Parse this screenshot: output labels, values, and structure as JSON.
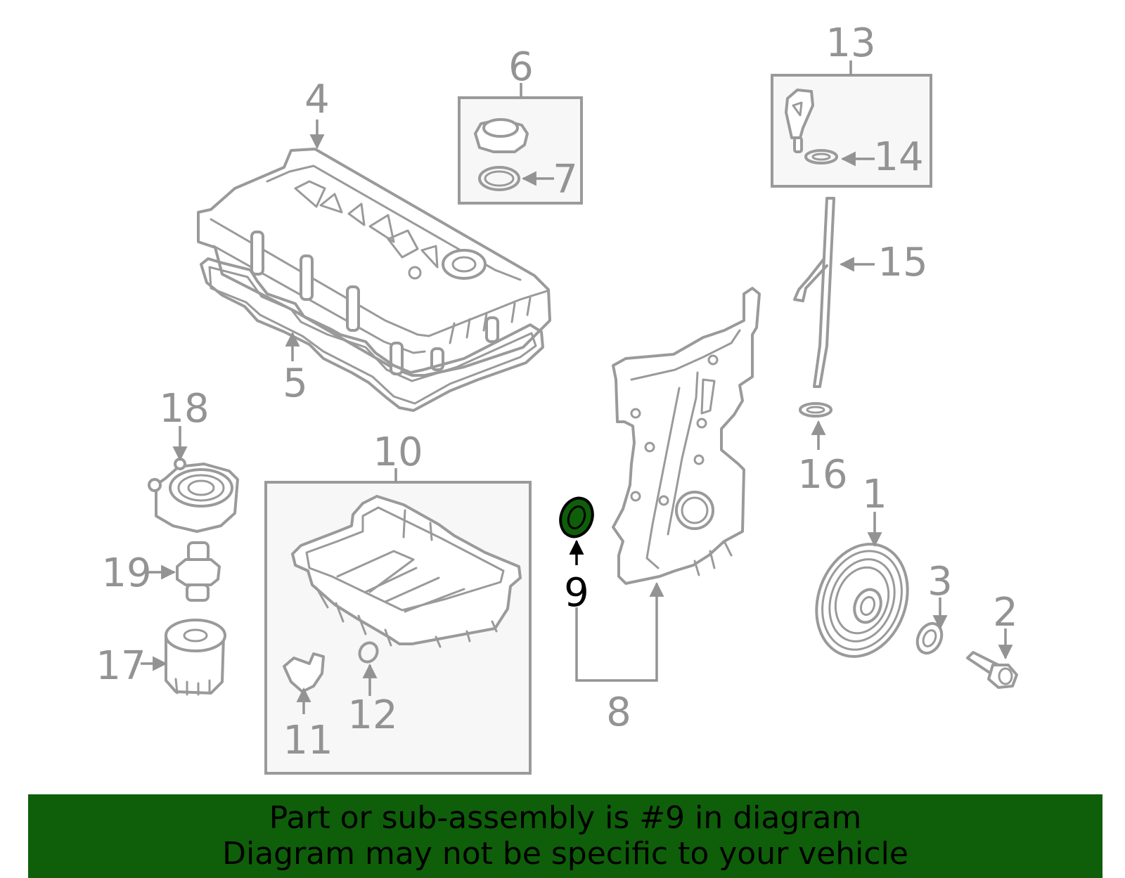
{
  "diagram": {
    "colors": {
      "part_line": "#9a9a9a",
      "callout": "#939393",
      "highlight_fill": "#0f5e0a",
      "highlight_text": "#000000",
      "box_fill": "#f7f7f7"
    },
    "callouts": [
      "1",
      "2",
      "3",
      "4",
      "5",
      "6",
      "7",
      "8",
      "9",
      "10",
      "11",
      "12",
      "13",
      "14",
      "15",
      "16",
      "17",
      "18",
      "19"
    ],
    "highlighted_part": "9"
  },
  "banner": {
    "line1": "Part or sub-assembly is #9 in diagram",
    "line2": "Diagram may not be specific to your vehicle",
    "background": "#0f5e0a"
  }
}
